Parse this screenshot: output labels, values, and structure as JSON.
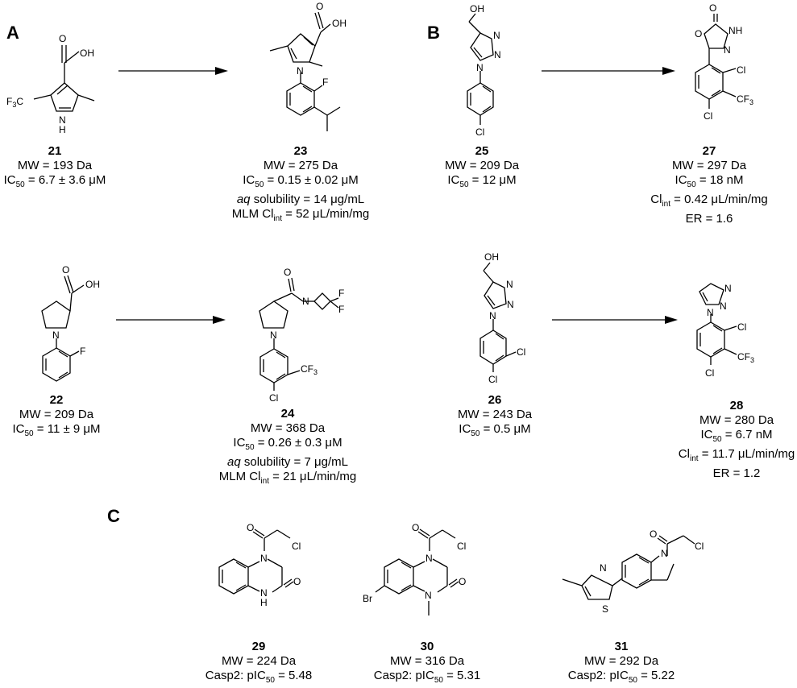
{
  "panels": {
    "a": "A",
    "b": "B",
    "c": "C"
  },
  "compounds": {
    "c21": {
      "number": "21",
      "mw": "MW = 193 Da",
      "ic50_prefix": "IC",
      "ic50_sub": "50",
      "ic50_value": " = 6.7 ± 3.6 μM"
    },
    "c23": {
      "number": "23",
      "mw": "MW = 275 Da",
      "ic50_prefix": "IC",
      "ic50_sub": "50",
      "ic50_value": " = 0.15 ± 0.02 μM",
      "aq_italic": "aq",
      "aq_rest": " solubility = 14 μg/mL",
      "mlm_prefix": "MLM Cl",
      "mlm_sub": "int",
      "mlm_value": " = 52 μL/min/mg"
    },
    "c25": {
      "number": "25",
      "mw": "MW = 209 Da",
      "ic50_prefix": "IC",
      "ic50_sub": "50",
      "ic50_value": " = 12 μM"
    },
    "c27": {
      "number": "27",
      "mw": "MW = 297 Da",
      "ic50_prefix": "IC",
      "ic50_sub": "50",
      "ic50_value": " = 18 nM",
      "cl_prefix": "Cl",
      "cl_sub": "int",
      "cl_value": " = 0.42 μL/min/mg",
      "er": "ER = 1.6"
    },
    "c22": {
      "number": "22",
      "mw": "MW = 209 Da",
      "ic50_prefix": "IC",
      "ic50_sub": "50",
      "ic50_value": " = 11 ± 9 μM"
    },
    "c24": {
      "number": "24",
      "mw": "MW = 368 Da",
      "ic50_prefix": "IC",
      "ic50_sub": "50",
      "ic50_value": " = 0.26 ± 0.3 μM",
      "aq_italic": "aq",
      "aq_rest": " solubility = 7 μg/mL",
      "mlm_prefix": "MLM Cl",
      "mlm_sub": "int",
      "mlm_value": " = 21 μL/min/mg"
    },
    "c26": {
      "number": "26",
      "mw": "MW = 243 Da",
      "ic50_prefix": "IC",
      "ic50_sub": "50",
      "ic50_value": " = 0.5 μM"
    },
    "c28": {
      "number": "28",
      "mw": "MW = 280 Da",
      "ic50_prefix": "IC",
      "ic50_sub": "50",
      "ic50_value": " = 6.7 nM",
      "cl_prefix": "Cl",
      "cl_sub": "int",
      "cl_value": " = 11.7 μL/min/mg",
      "er": "ER = 1.2"
    },
    "c29": {
      "number": "29",
      "mw": "MW = 224 Da",
      "casp_prefix": "Casp2: pIC",
      "casp_sub": "50",
      "casp_value": " = 5.48"
    },
    "c30": {
      "number": "30",
      "mw": "MW = 316 Da",
      "casp_prefix": "Casp2: pIC",
      "casp_sub": "50",
      "casp_value": " = 5.31"
    },
    "c31": {
      "number": "31",
      "mw": "MW = 292 Da",
      "casp_prefix": "Casp2: pIC",
      "casp_sub": "50",
      "casp_value": " = 5.22"
    }
  },
  "atoms": {
    "oh": "OH",
    "o": "O",
    "nh": "NH",
    "n": "N",
    "h": "H",
    "f": "F",
    "cl": "Cl",
    "br": "Br",
    "s": "S",
    "cf3_main": "CF",
    "cf3_sub": "3",
    "f3c_pre": "F",
    "f3c_sub": "3",
    "f3c_post": "C"
  }
}
